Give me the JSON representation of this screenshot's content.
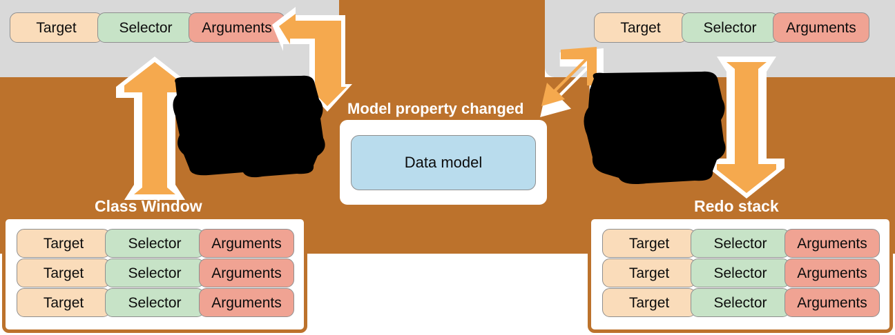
{
  "colors": {
    "brown": "#bc722c",
    "gray": "#d9d9d9",
    "orange": "#f5a94e",
    "white": "#ffffff",
    "target": "#fadcba",
    "selector": "#c7e3c7",
    "arguments": "#f0a393",
    "data_model": "#b9dced",
    "pill_border": "#8e8e8e"
  },
  "labels": {
    "target": "Target",
    "selector": "Selector",
    "arguments": "Arguments"
  },
  "top_left_row": {
    "cells": [
      "Target",
      "Selector",
      "Arguments"
    ]
  },
  "top_right_row": {
    "cells": [
      "Target",
      "Selector",
      "Arguments"
    ]
  },
  "center": {
    "title": "Model property changed",
    "card_label": "Data model"
  },
  "left_stack": {
    "title": "Class Window",
    "rows": [
      [
        "Target",
        "Selector",
        "Arguments"
      ],
      [
        "Target",
        "Selector",
        "Arguments"
      ],
      [
        "Target",
        "Selector",
        "Arguments"
      ]
    ]
  },
  "right_stack": {
    "title": "Redo stack",
    "rows": [
      [
        "Target",
        "Selector",
        "Arguments"
      ],
      [
        "Target",
        "Selector",
        "Arguments"
      ],
      [
        "Target",
        "Selector",
        "Arguments"
      ]
    ]
  },
  "arrows": [
    {
      "name": "arrow-up-to-left-panel",
      "direction": "up"
    },
    {
      "name": "arrow-down-from-left-panel",
      "direction": "down-left"
    },
    {
      "name": "arrow-up-right-to-right-panel",
      "direction": "up-right"
    },
    {
      "name": "arrow-down-to-redo-stack",
      "direction": "down"
    }
  ]
}
